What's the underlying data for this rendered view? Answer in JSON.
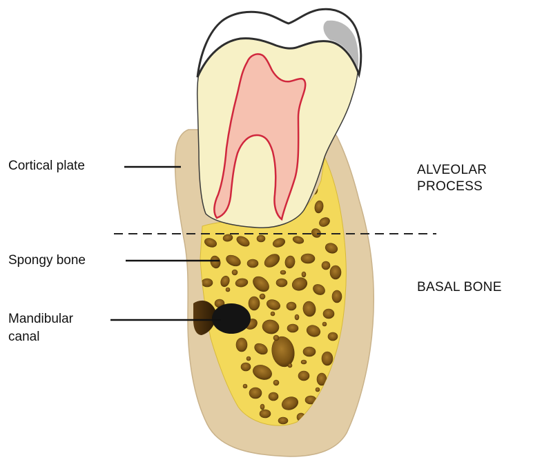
{
  "labels": {
    "cortical_plate": "Cortical plate",
    "spongy_bone": "Spongy bone",
    "mandibular_canal_line1": "Mandibular",
    "mandibular_canal_line2": "canal"
  },
  "regions": {
    "alveolar_line1": "ALVEOLAR",
    "alveolar_line2": "PROCESS",
    "basal": "BASAL BONE"
  },
  "colors": {
    "cortical_bone": "#e2cda6",
    "spongy_bone": "#f3d95a",
    "trabecular_space": "#7a5314",
    "dentin": "#f7f1c6",
    "pulp_fill": "#f6c1b0",
    "pulp_outline": "#d0273d",
    "enamel_shadow": "#9b9b9b",
    "canal": "#141414"
  }
}
